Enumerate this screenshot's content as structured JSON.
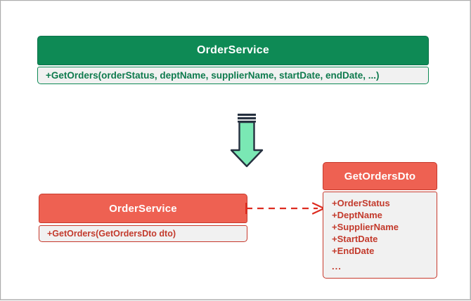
{
  "diagram": {
    "type": "uml-class-refactoring",
    "before": {
      "class_name": "OrderService",
      "header_color": "#0e8a55",
      "members": [
        "+GetOrders(orderStatus, deptName, supplierName, startDate, endDate, ...)"
      ]
    },
    "transform_arrow": {
      "direction": "down",
      "fill_color": "#7ae8b4",
      "stroke_color": "#263140",
      "icon": "down-arrow-icon"
    },
    "after": {
      "service": {
        "class_name": "OrderService",
        "header_color": "#ee6152",
        "members": [
          "+GetOrders(GetOrdersDto dto)"
        ]
      },
      "dto": {
        "class_name": "GetOrdersDto",
        "header_color": "#ee6152",
        "members": [
          "+OrderStatus",
          "+DeptName",
          "+SupplierName",
          "+StartDate",
          "+EndDate"
        ],
        "more": "..."
      },
      "dependency": {
        "style": "dashed",
        "color": "#dd2c20",
        "icon": "dashed-arrow-right-icon"
      }
    }
  }
}
